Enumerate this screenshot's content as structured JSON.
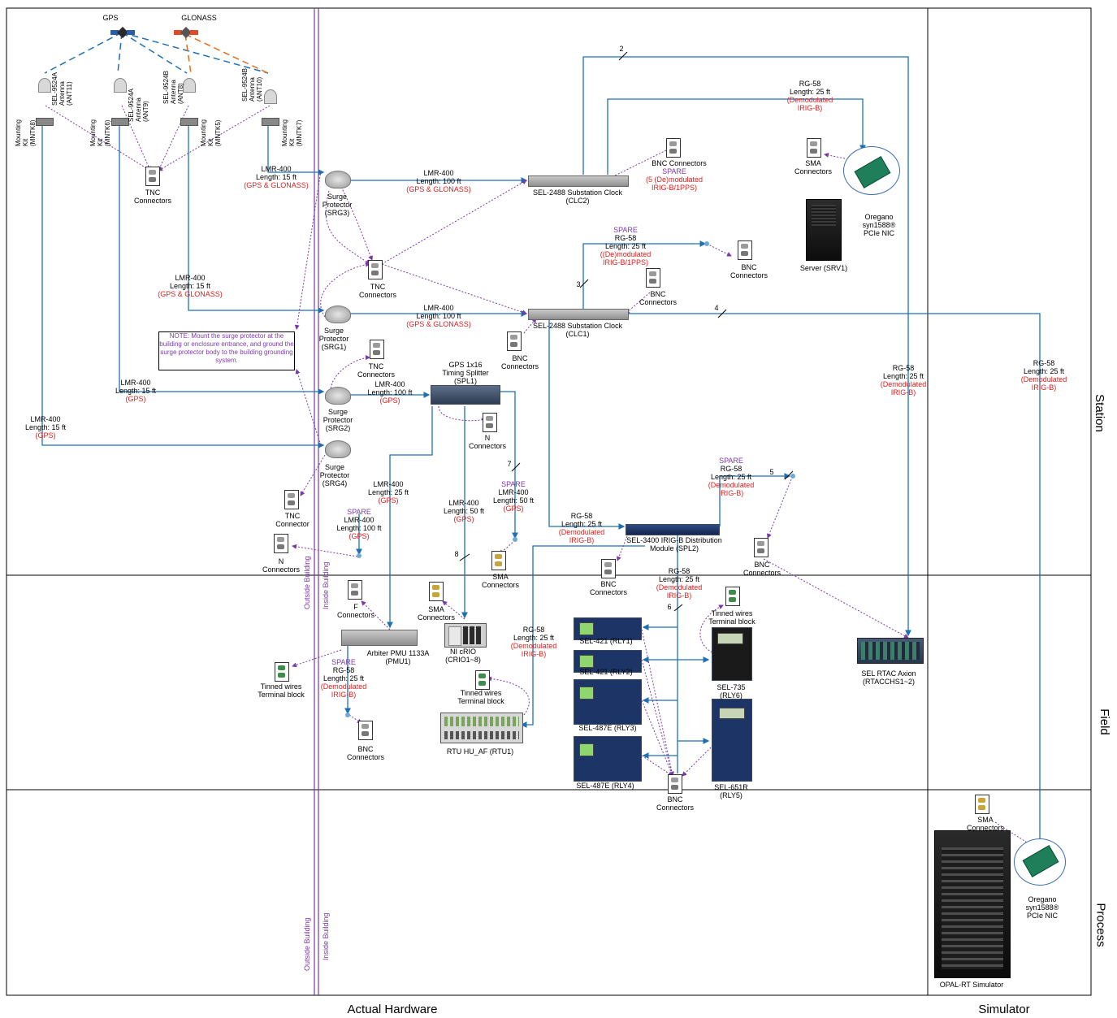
{
  "zones": {
    "station": "Station",
    "field": "Field",
    "process": "Process",
    "actual_hardware": "Actual Hardware",
    "simulator": "Simulator"
  },
  "building_labels": {
    "outside_upper": "Outside Building",
    "inside_upper": "Inside Building",
    "outside_lower": "Outside Building",
    "inside_lower": "Inside Building"
  },
  "satellites": {
    "gps": "GPS",
    "glonass": "GLONASS"
  },
  "antennas": [
    {
      "ant": "SEL-9524A\nAntenna\n(ANT11)",
      "kit": "Mounting\nKit\n(MNTK8)"
    },
    {
      "ant": "SEL-9524A\nAntenna\n(ANT9)",
      "kit": "Mounting\nKit\n(MNTK6)"
    },
    {
      "ant": "SEL-9524B\nAntenna\n(ANT8)",
      "kit": "Mounting\nKit\n(MNTK5)"
    },
    {
      "ant": "SEL-9524B\nAntenna\n(ANT10)",
      "kit": "Mounting\nKit\n(MNTK7)"
    }
  ],
  "labels": {
    "tnc_top": "TNC\nConnectors",
    "lmr_srg3_len": "LMR-400\nLength: 15 ft",
    "lmr_srg3_sig": "(GPS & GLONASS)",
    "srg3": "Surge\nProtector\n(SRG3)",
    "lmr_clc2_len": "LMR-400\nLength: 100 ft",
    "lmr_clc2_sig": "(GPS & GLONASS)",
    "clc2": "SEL-2488 Substation Clock\n(CLC2)",
    "cable2": "2",
    "rg58_srv_len": "RG-58\nLength: 25 ft",
    "rg58_srv_sig": "(Demodulated\nIRIG-B)",
    "bnc_clc2": "BNC Connectors",
    "spare_clc2_spare": "SPARE",
    "spare_clc2_sig": "(5 (De)modulated\nIRIG-B/1PPS)",
    "sma_srv": "SMA\nConnectors",
    "oregano_top": "Oregano\nsyn1588®\nPCIe NIC",
    "server": "Server (SRV1)",
    "spare_clc1_spare": "SPARE",
    "spare_clc1_len": "RG-58\nLength: 25 ft",
    "spare_clc1_sig": "((De)modulated\nIRIG-B/1PPS)",
    "bnc_spare1": "BNC\nConnectors",
    "cable3": "3",
    "bnc_clc1": "BNC\nConnectors",
    "tnc_mid": "TNC\nConnectors",
    "lmr_srg1_len": "LMR-400\nLength: 15 ft",
    "lmr_srg1_sig": "(GPS & GLONASS)",
    "srg1": "Surge\nProtector\n(SRG1)",
    "lmr_clc1_len": "LMR-400\nLength: 100 ft",
    "lmr_clc1_sig": "(GPS & GLONASS)",
    "clc1": "SEL-2488 Substation Clock\n(CLC1)",
    "cable4": "4",
    "note": "NOTE: Mount the surge protector at the building or enclosure entrance, and ground the surge protector body to the building grounding system.",
    "bnc_left_clc1": "BNC\nConnectors",
    "tnc_srg2": "TNC\nConnectors",
    "spl1": "GPS 1x16\nTiming Splitter\n(SPL1)",
    "lmr_srg2_len": "LMR-400\nLength: 15 ft",
    "lmr_srg2_sig": "(GPS)",
    "srg2": "Surge\nProtector\n(SRG2)",
    "lmr_spl1_len": "LMR-400\nLength: 100 ft",
    "lmr_spl1_sig": "(GPS)",
    "n_conn_spl1": "N\nConnectors",
    "rg58_rtac_len": "RG-58\nLength: 25 ft",
    "rg58_rtac_sig": "(Demodulated\nIRIG-B)",
    "rg58_opal_len": "RG-58\nLength: 25 ft",
    "rg58_opal_sig": "(Demodulated\nIRIG-B)",
    "lmr_srg4_len": "LMR-400\nLength: 15 ft",
    "lmr_srg4_sig": "(GPS)",
    "srg4": "Surge\nProtector\n(SRG4)",
    "tnc_srg4": "TNC\nConnector",
    "lmr_pmu_len": "LMR-400\nLength: 25 ft",
    "lmr_pmu_sig": "(GPS)",
    "cable7": "7",
    "spare_lmr50_spare": "SPARE",
    "spare_lmr50_len": "LMR-400\nLength: 50 ft",
    "spare_lmr50_sig": "(GPS)",
    "lmr_crio_len": "LMR-400\nLength: 50 ft",
    "lmr_crio_sig": "(GPS)",
    "spare_spl2_spare": "SPARE",
    "spare_spl2_len": "RG-58\nLength: 25 ft",
    "spare_spl2_sig": "(Demodulated\nIRIG-B)",
    "cable5": "5",
    "rg58_spl2_len": "RG-58\nLength: 25 ft",
    "rg58_spl2_sig": "(Demodulated\nIRIG-B)",
    "spl2": "SEL-3400 IRIG-B Distribution\nModule (SPL2)",
    "bnc_spare5": "BNC\nConnectors",
    "spare_lmr100_spare": "SPARE",
    "spare_lmr100_len": "LMR-400\nLength: 100 ft",
    "spare_lmr100_sig": "(GPS)",
    "n_conn_left": "N\nConnectors",
    "cable8": "8",
    "sma_spl1": "SMA\nConnectors",
    "bnc_spl2": "BNC\nConnectors",
    "rg58_relays_len": "RG-58\nLength: 25 ft",
    "rg58_relays_sig": "(Demodulated\nIRIG-B)",
    "f_conn": "F\nConnectors",
    "sma_crio": "SMA\nConnectors",
    "cable6": "6",
    "tinned_735": "Tinned wires\nTerminal block",
    "pmu": "Arbiter PMU 1133A\n(PMU1)",
    "crio": "NI cRIO\n(CRIO1~8)",
    "rg58_rtu_len": "RG-58\nLength: 25 ft",
    "rg58_rtu_sig": "(Demodulated\nIRIG-B)",
    "rly1": "SEL-421 (RLY1)",
    "rly2": "SEL-421 (RLY2)",
    "rly6": "SEL-735\n(RLY6)",
    "rtac": "SEL RTAC Axion\n(RTACCHS1~2)",
    "tinned_pmu": "Tinned wires\nTerminal block",
    "spare_pmu_spare": "SPARE",
    "spare_pmu_len": "RG-58\nLength: 25 ft",
    "spare_pmu_sig": "(Demodulated\nIRIG-B)",
    "tinned_rtu": "Tinned wires\nTerminal block",
    "rly3": "SEL-487E (RLY3)",
    "bnc_pmu": "BNC\nConnectors",
    "rtu": "RTU HU_AF (RTU1)",
    "rly4": "SEL-487E (RLY4)",
    "bnc_relays": "BNC\nConnectors",
    "rly5": "SEL-651R\n(RLY5)",
    "sma_opal": "SMA\nConnectors",
    "oregano_bottom": "Oregano\nsyn1588®\nPCIe NIC",
    "opal": "OPAL-RT Simulator"
  },
  "colors": {
    "coax": "#1f6fb5",
    "link": "#7a3aa6",
    "gps_dash": "#1f6fb5",
    "glonass_dash": "#e0701e",
    "signal": "#e0201e",
    "building_line": "#7a3aa6"
  }
}
